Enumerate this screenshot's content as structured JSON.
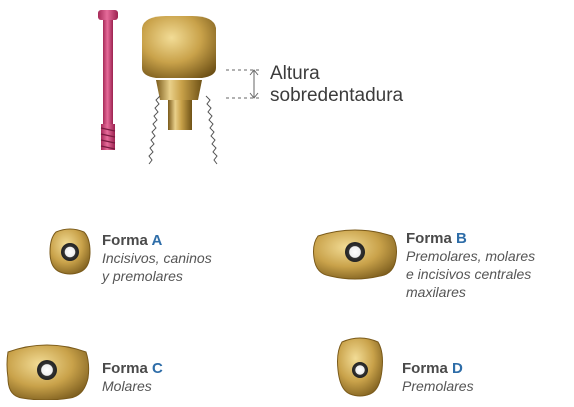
{
  "dimension_label": {
    "line1": "Altura",
    "line2": "sobredentadura"
  },
  "shapes": [
    {
      "prefix": "Forma ",
      "letter": "A",
      "desc_lines": [
        "Incisivos, caninos",
        "y premolares"
      ]
    },
    {
      "prefix": "Forma ",
      "letter": "B",
      "desc_lines": [
        "Premolares, molares",
        "e incisivos centrales",
        "maxilares"
      ]
    },
    {
      "prefix": "Forma ",
      "letter": "C",
      "desc_lines": [
        "Molares"
      ]
    },
    {
      "prefix": "Forma ",
      "letter": "D",
      "desc_lines": [
        "Premolares"
      ]
    }
  ],
  "colors": {
    "screw": "#d9427a",
    "gold": "#c9a24a",
    "gold_dark": "#8a6a22",
    "accent": "#2e6da8"
  }
}
